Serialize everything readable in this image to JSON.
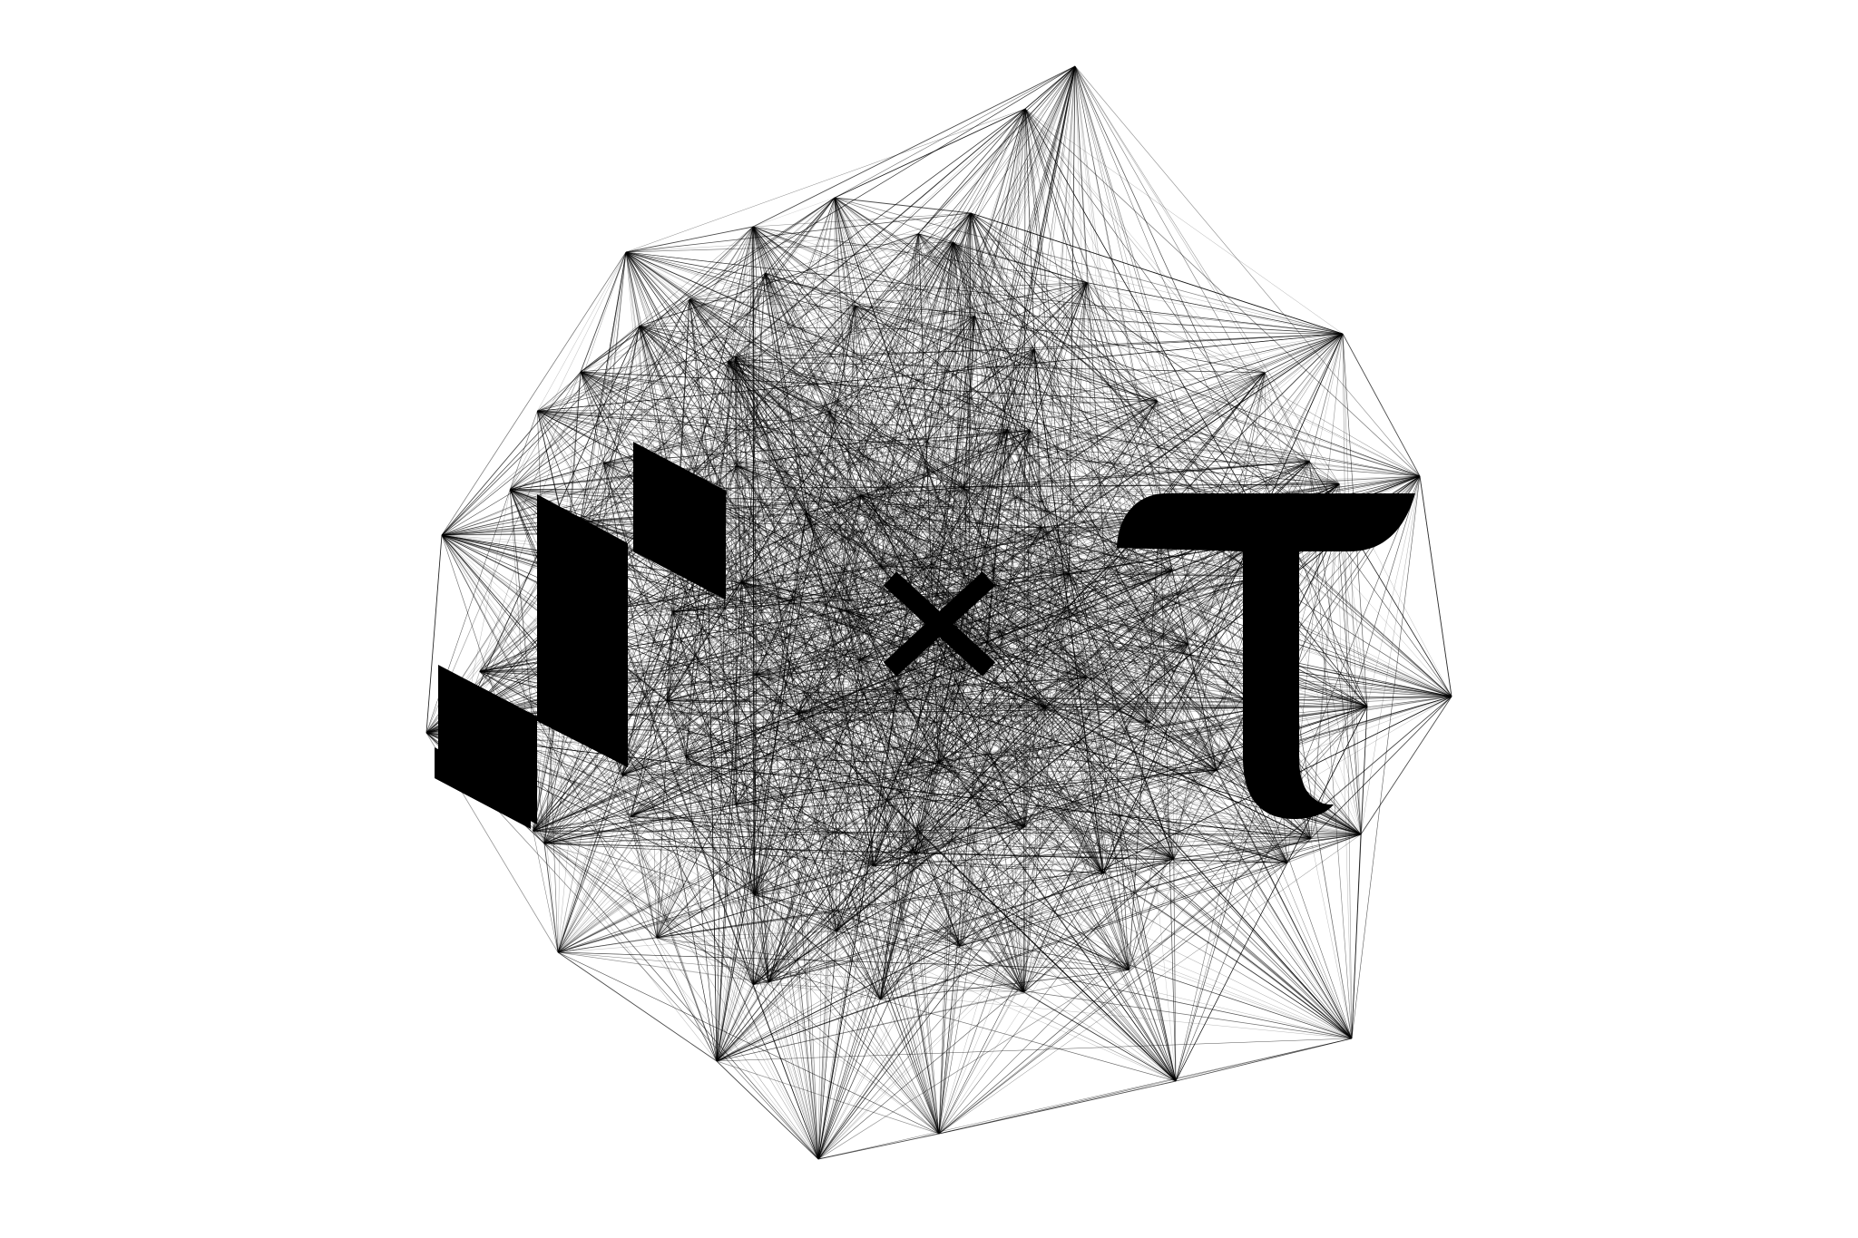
{
  "colors": {
    "background": "#ffffff",
    "ink": "#000000"
  },
  "artwork": {
    "subject": "network-mesh-sphere",
    "logos": [
      "left-checker-logo",
      "cross-symbol",
      "right-t-logo"
    ]
  }
}
